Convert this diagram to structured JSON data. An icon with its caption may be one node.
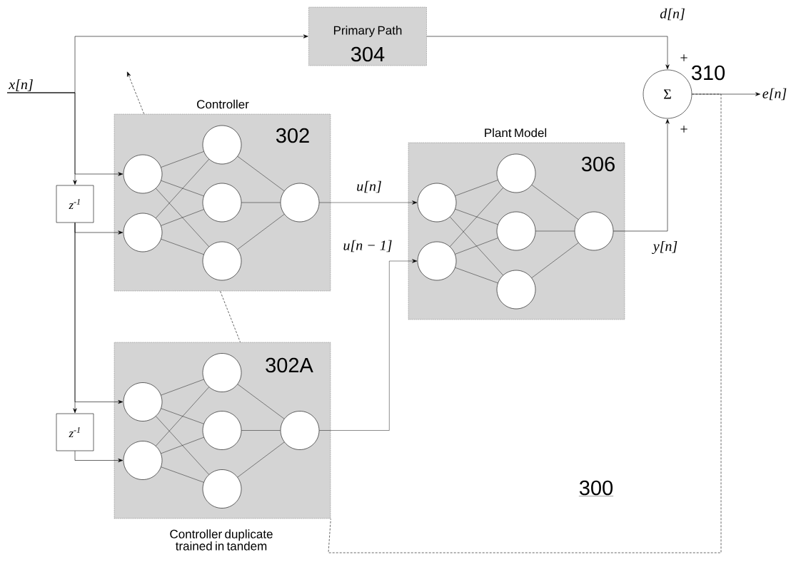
{
  "diagram": {
    "nodes": [
      {
        "text": [
          "x[n]"
        ]
      },
      {
        "text": [
          "Primary Path",
          "304"
        ]
      },
      {
        "text": [
          "Σ"
        ],
        "beside": [
          "310"
        ]
      },
      {
        "text": [
          "e[n]"
        ]
      },
      {
        "text": [
          "Controller",
          "302"
        ]
      },
      {
        "text": [],
        "shape": "circle",
        "in": 4
      },
      {
        "text": [],
        "shape": "circle",
        "in": 4
      },
      {
        "text": [],
        "shape": "circle",
        "in": 4
      },
      {
        "text": [],
        "shape": "circle",
        "in": 4
      },
      {
        "text": [],
        "shape": "circle",
        "in": 4
      },
      {
        "text": [],
        "shape": "circle",
        "in": 4
      },
      {
        "text": [
          "z$^{-1}$"
        ]
      },
      {
        "text": [
          "Plant Model",
          "306"
        ]
      },
      {
        "text": [],
        "shape": "circle",
        "in": 12
      },
      {
        "text": [],
        "shape": "circle",
        "in": 12
      },
      {
        "text": [],
        "shape": "circle",
        "in": 12
      },
      {
        "text": [],
        "shape": "circle",
        "in": 12
      },
      {
        "text": [],
        "shape": "circle",
        "in": 12
      },
      {
        "text": [],
        "shape": "circle",
        "in": 12
      },
      {
        "text": [
          "302A",
          "Controller duplicate trained in tandem"
        ]
      },
      {
        "text": [],
        "shape": "circle",
        "in": 19
      },
      {
        "text": [],
        "shape": "circle",
        "in": 19
      },
      {
        "text": [],
        "shape": "circle",
        "in": 19
      },
      {
        "text": [],
        "shape": "circle",
        "in": 19
      },
      {
        "text": [],
        "shape": "circle",
        "in": 19
      },
      {
        "text": [],
        "shape": "circle",
        "in": 19
      },
      {
        "text": [
          "z$^{-1}$"
        ]
      }
    ],
    "edges": [
      {
        "from": 0,
        "to": 1,
        "arrow": "to"
      },
      {
        "from": 0,
        "to": 5,
        "arrow": "to"
      },
      {
        "from": 0,
        "to": 11,
        "arrow": "to"
      },
      {
        "from": 11,
        "to": 6,
        "arrow": "to"
      },
      {
        "from": 11,
        "to": 20,
        "arrow": "to"
      },
      {
        "from": 11,
        "to": 26,
        "arrow": "to"
      },
      {
        "from": 26,
        "to": 21,
        "arrow": "to"
      },
      {
        "from": 1,
        "to": 2,
        "arrow": "to",
        "label": "d[n]"
      },
      {
        "from": 10,
        "to": 13,
        "arrow": "to",
        "label": "u[n]"
      },
      {
        "from": 25,
        "to": 14,
        "arrow": "to",
        "label": "u[n − 1]"
      },
      {
        "from": 18,
        "to": 2,
        "arrow": "to",
        "label": "y[n]"
      },
      {
        "from": 2,
        "to": 3,
        "arrow": "to"
      },
      {
        "from": 2,
        "to": 19,
        "arrow": "none",
        "style": "dashed"
      },
      {
        "from": 4,
        "to": 19,
        "arrow": "none",
        "style": "dashed"
      },
      {
        "from": 4,
        "to": null,
        "arrow": "to",
        "style": "dashed"
      },
      {
        "from": 5,
        "to": 7,
        "arrow": "none"
      },
      {
        "from": 5,
        "to": 8,
        "arrow": "none"
      },
      {
        "from": 5,
        "to": 9,
        "arrow": "none"
      },
      {
        "from": 6,
        "to": 7,
        "arrow": "none"
      },
      {
        "from": 6,
        "to": 8,
        "arrow": "none"
      },
      {
        "from": 6,
        "to": 9,
        "arrow": "none"
      },
      {
        "from": 7,
        "to": 10,
        "arrow": "none"
      },
      {
        "from": 8,
        "to": 10,
        "arrow": "none"
      },
      {
        "from": 9,
        "to": 10,
        "arrow": "none"
      },
      {
        "from": 13,
        "to": 15,
        "arrow": "none"
      },
      {
        "from": 13,
        "to": 16,
        "arrow": "none"
      },
      {
        "from": 13,
        "to": 17,
        "arrow": "none"
      },
      {
        "from": 14,
        "to": 15,
        "arrow": "none"
      },
      {
        "from": 14,
        "to": 16,
        "arrow": "none"
      },
      {
        "from": 14,
        "to": 17,
        "arrow": "none"
      },
      {
        "from": 15,
        "to": 18,
        "arrow": "none"
      },
      {
        "from": 16,
        "to": 18,
        "arrow": "none"
      },
      {
        "from": 17,
        "to": 18,
        "arrow": "none"
      },
      {
        "from": 20,
        "to": 22,
        "arrow": "none"
      },
      {
        "from": 20,
        "to": 23,
        "arrow": "none"
      },
      {
        "from": 20,
        "to": 24,
        "arrow": "none"
      },
      {
        "from": 21,
        "to": 22,
        "arrow": "none"
      },
      {
        "from": 21,
        "to": 23,
        "arrow": "none"
      },
      {
        "from": 21,
        "to": 24,
        "arrow": "none"
      },
      {
        "from": 22,
        "to": 25,
        "arrow": "none"
      },
      {
        "from": 23,
        "to": 25,
        "arrow": "none"
      },
      {
        "from": 24,
        "to": 25,
        "arrow": "none"
      }
    ],
    "labels": [
      "+",
      "+",
      "300"
    ]
  }
}
